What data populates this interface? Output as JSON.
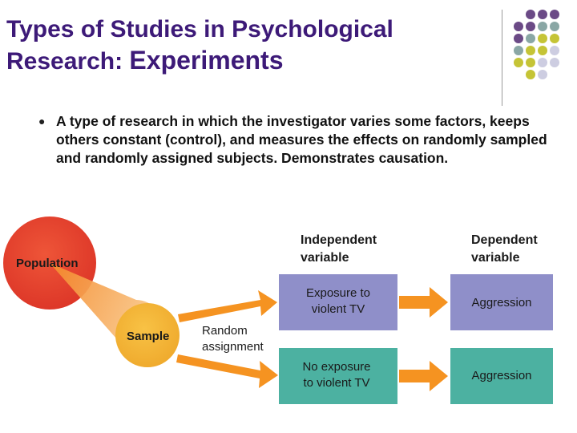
{
  "slide": {
    "title_line1": "Types of Studies in Psychological",
    "title_line2_prefix": "Research: ",
    "title_line2_emphasis": "Experiments",
    "bullet_text": "A type of research in which the investigator varies some factors, keeps others constant (control), and measures the effects on randomly sampled and randomly assigned subjects. Demonstrates causation."
  },
  "diagram": {
    "population_label": "Population",
    "sample_label": "Sample",
    "random_assignment_line1": "Random",
    "random_assignment_line2": "assignment",
    "independent_header_line1": "Independent",
    "independent_header_line2": "variable",
    "dependent_header_line1": "Dependent",
    "dependent_header_line2": "variable",
    "experimental_line1": "Exposure to",
    "experimental_line2": "violent TV",
    "control_line1": "No exposure",
    "control_line2": "to violent TV",
    "outcome_experimental": "Aggression",
    "outcome_control": "Aggression"
  },
  "colors": {
    "title": "#3d1a78",
    "population": "#e8402e",
    "sample": "#f5b63a",
    "experimental_box": "#8f8fc9",
    "control_box": "#4cb1a1",
    "arrow": "#f59321",
    "dot_purple": "#6b4a86",
    "dot_teal": "#8aa7a5",
    "dot_olive": "#c5c436",
    "dot_lavender": "#cdcde1"
  }
}
